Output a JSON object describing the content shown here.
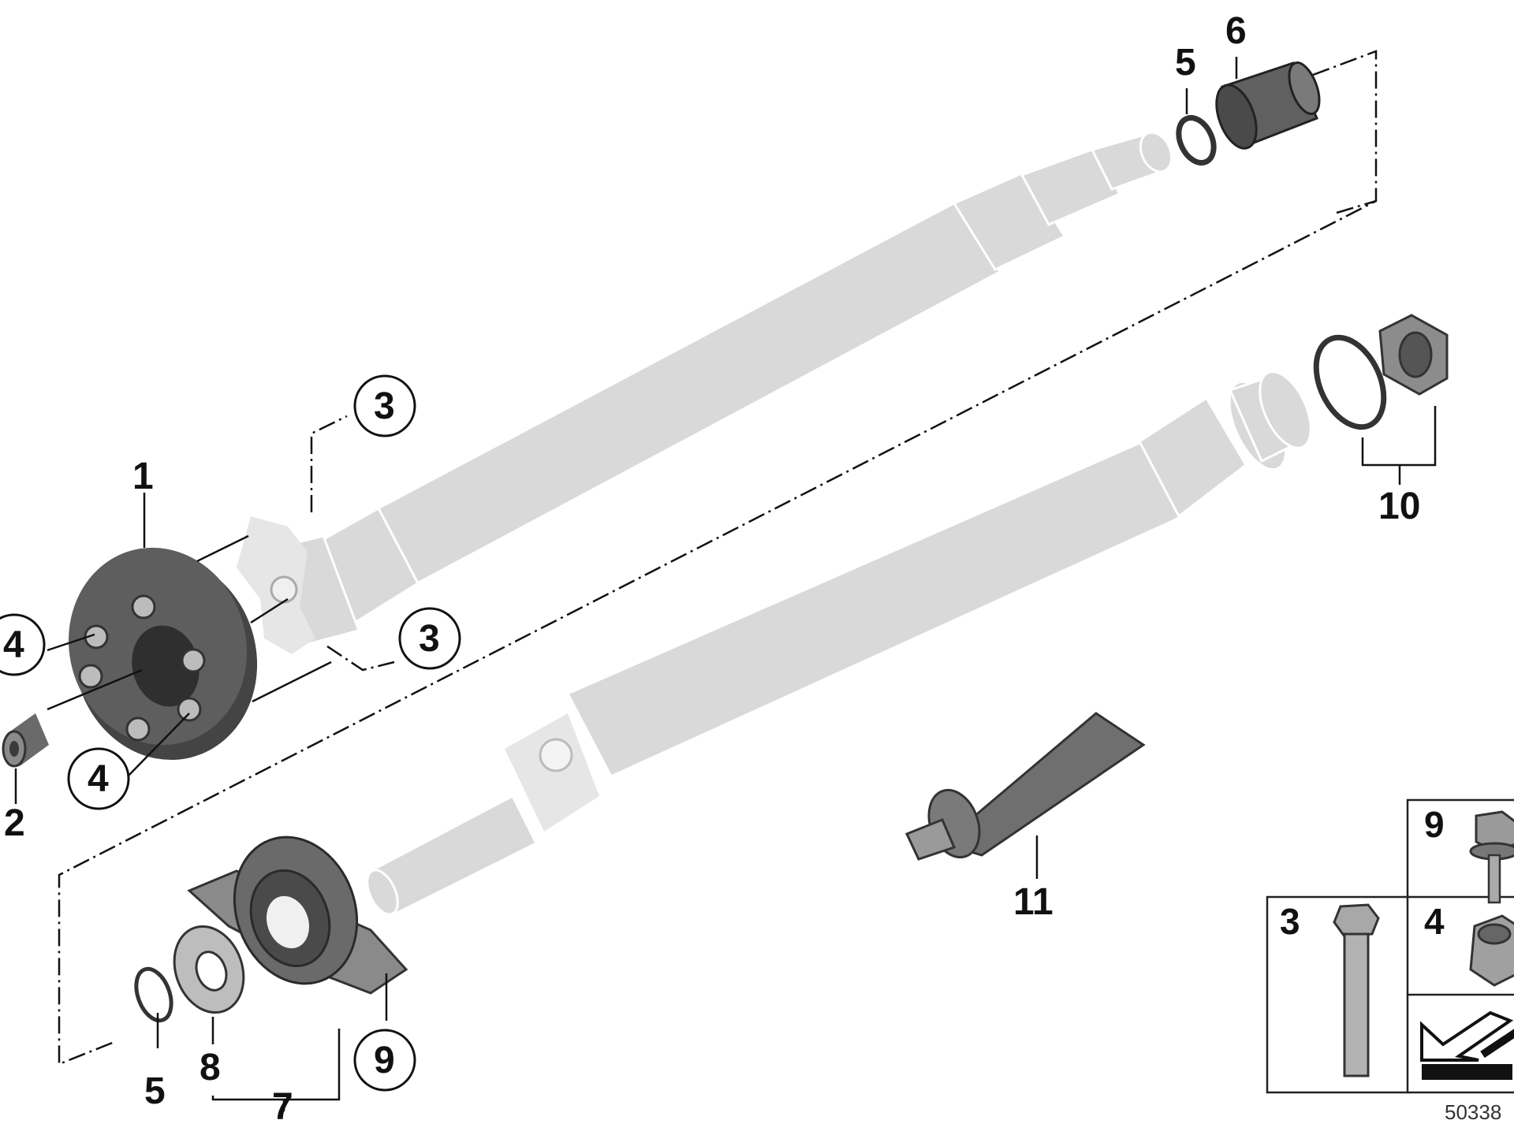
{
  "diagram": {
    "labels": {
      "l1": "1",
      "l2": "2",
      "l3a": "3",
      "l3b": "3",
      "l4a": "4",
      "l4b": "4",
      "l5a": "5",
      "l5b": "5",
      "l6": "6",
      "l7": "7",
      "l8": "8",
      "l9": "9",
      "l10": "10",
      "l11": "11"
    },
    "legend": {
      "item9": "9",
      "item3": "3",
      "item4": "4"
    },
    "reference_number": "50338"
  }
}
